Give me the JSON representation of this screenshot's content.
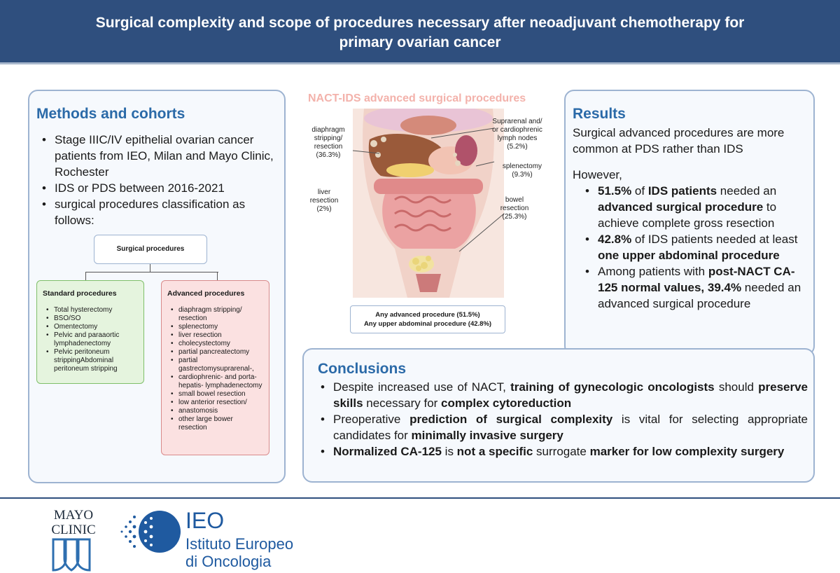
{
  "header": {
    "title_line1": "Surgical complexity and scope of procedures necessary after neoadjuvant chemotherapy for",
    "title_line2": "primary ovarian cancer"
  },
  "methods": {
    "title": "Methods and cohorts",
    "bullets": [
      "Stage IIIC/IV epithelial ovarian cancer patients from IEO, Milan and Mayo Clinic, Rochester",
      "IDS or PDS between 2016-2021",
      "surgical procedures classification as follows:"
    ],
    "root_label": "Surgical procedures",
    "standard": {
      "title": "Standard procedures",
      "items": [
        "Total hysterectomy",
        "BSO/SO",
        "Omentectomy",
        "Pelvic and paraaortic lymphadenectomy",
        "Pelvic peritoneum strippingAbdominal peritoneum stripping"
      ]
    },
    "advanced": {
      "title": "Advanced procedures",
      "items": [
        "diaphragm stripping/ resection",
        "splenectomy",
        "liver resection",
        "cholecystectomy",
        "partial pancreatectomy",
        "partial gastrectomysuprarenal-,",
        "cardiophrenic- and porta-hepatis- lymphadenectomy",
        "small bowel resection",
        "low anterior resection/",
        "anastomosis",
        " other large bower resection"
      ]
    }
  },
  "figure": {
    "title": "NACT-IDS advanced surgical procedures",
    "labels": {
      "diaphragm": [
        "diaphragm",
        "stripping/",
        "resection",
        "(36.3%)"
      ],
      "liver": [
        "liver",
        "resection",
        "(2%)"
      ],
      "suprarenal": [
        "Suprarenal and/",
        "or cardiophrenic",
        "lymph nodes",
        "(5.2%)"
      ],
      "splenectomy": [
        "splenectomy",
        "(9.3%)"
      ],
      "bowel": [
        "bowel",
        "resection",
        "(25.3%)"
      ]
    },
    "summary": [
      "Any advanced procedure (51.5%)",
      "Any upper abdominal procedure (42.8%)"
    ]
  },
  "results": {
    "title": "Results",
    "intro": "Surgical advanced procedures are more common at PDS rather than IDS",
    "however": "However,",
    "b1": {
      "p1": "51.5%",
      "p2": " of ",
      "p3": "IDS patients",
      "p4": " needed an ",
      "p5": "advanced surgical procedure",
      "p6": " to achieve complete gross resection"
    },
    "b2": {
      "p1": "42.8%",
      "p2": " of IDS patients needed at least ",
      "p3": "one upper abdominal procedure"
    },
    "b3": {
      "p1": "Among patients with ",
      "p2": "post-NACT CA-125 normal values, 39.4%",
      "p3": " needed an advanced surgical procedure"
    }
  },
  "conclusions": {
    "title": "Conclusions",
    "c1": {
      "p1": "Despite increased use of NACT, ",
      "p2": "training of gynecologic oncologists",
      "p3": " should ",
      "p4": "preserve skills",
      "p5": " necessary for ",
      "p6": "complex cytoreduction"
    },
    "c2": {
      "p1": "Preoperative ",
      "p2": "prediction of surgical complexity",
      "p3": " is vital for selecting appropriate candidates for ",
      "p4": "minimally invasive surgery"
    },
    "c3": {
      "p1": "Normalized CA-125",
      "p2": " is ",
      "p3": "not a specific",
      "p4": " surrogate ",
      "p5": "marker for low complexity surgery"
    }
  },
  "logos": {
    "mayo_line1": "MAYO",
    "mayo_line2": "CLINIC",
    "ieo_abbr": "IEO",
    "ieo_line1": "Istituto Europeo",
    "ieo_line2": "di Oncologia"
  }
}
